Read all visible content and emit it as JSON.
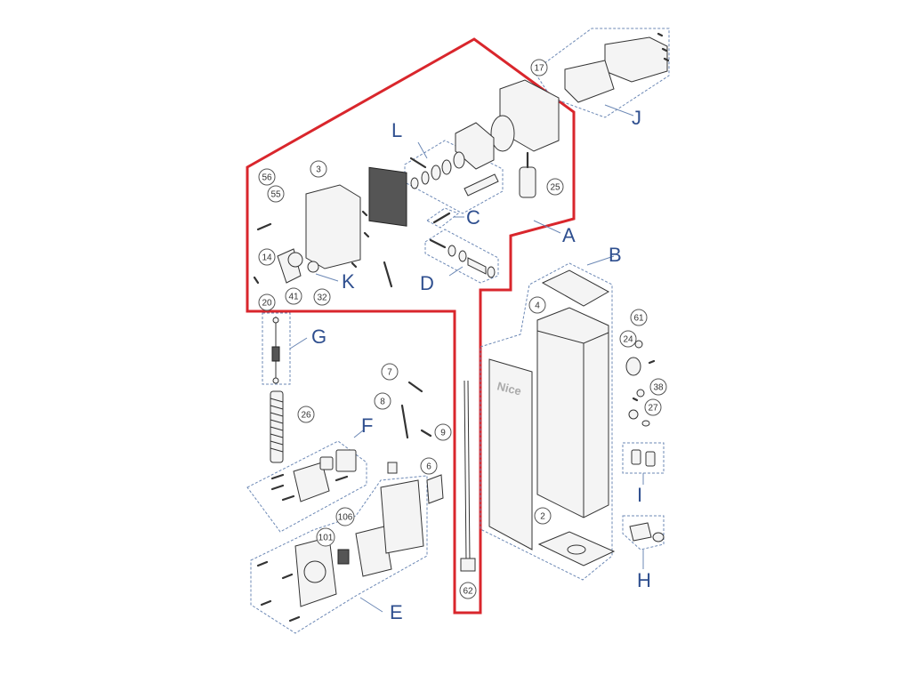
{
  "colors": {
    "outline": "#d9262c",
    "group_letter": "#2f4f8f",
    "dashed_box": "#6c88b5",
    "part_stroke": "#333333"
  },
  "groups": [
    {
      "id": "A",
      "label": "A"
    },
    {
      "id": "B",
      "label": "B"
    },
    {
      "id": "C",
      "label": "C"
    },
    {
      "id": "D",
      "label": "D"
    },
    {
      "id": "E",
      "label": "E"
    },
    {
      "id": "F",
      "label": "F"
    },
    {
      "id": "G",
      "label": "G"
    },
    {
      "id": "H",
      "label": "H"
    },
    {
      "id": "I",
      "label": "I"
    },
    {
      "id": "J",
      "label": "J"
    },
    {
      "id": "K",
      "label": "K"
    },
    {
      "id": "L",
      "label": "L"
    }
  ],
  "part_numbers": [
    "2",
    "3",
    "4",
    "6",
    "7",
    "8",
    "9",
    "14",
    "17",
    "20",
    "24",
    "25",
    "26",
    "27",
    "32",
    "38",
    "41",
    "55",
    "56",
    "61",
    "62",
    "101",
    "106"
  ],
  "brand_text": "Nice"
}
